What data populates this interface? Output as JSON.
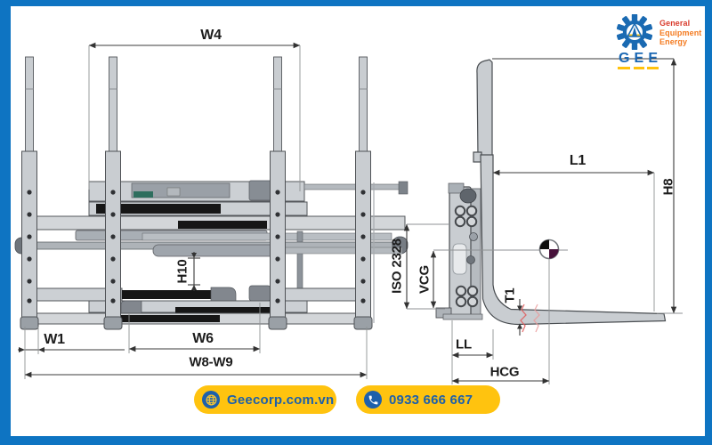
{
  "page": {
    "background_color": "#ffffff",
    "frame_color": "#0e74c2"
  },
  "logo": {
    "lines": [
      {
        "text": "General",
        "color": "#d93a2b"
      },
      {
        "text": "Equipment",
        "color": "#f47b20"
      },
      {
        "text": "Energy",
        "color": "#f47b20"
      }
    ],
    "acronym": [
      "G",
      "E",
      "E"
    ],
    "acronym_color": "#1a67b3",
    "underline_color": "#ffc20e",
    "gear_color": "#1a6ab2"
  },
  "diagram": {
    "front_view": {
      "labels": {
        "w4": "W4",
        "w1": "W1",
        "w6": "W6",
        "w8_w9": "W8-W9",
        "h10": "H10"
      }
    },
    "side_view": {
      "labels": {
        "iso_2328": "ISO 2328",
        "vcg": "VCG",
        "l1": "L1",
        "h8": "H8",
        "t1": "T1",
        "ll": "LL",
        "hcg": "HCG"
      }
    }
  },
  "footer": {
    "website": {
      "label": "Geecorp.com.vn",
      "icon": "globe-icon"
    },
    "phone": {
      "label": "0933 666 667",
      "icon": "phone-icon"
    },
    "button_bg": "#ffc30f",
    "text_color": "#1d60ab"
  }
}
